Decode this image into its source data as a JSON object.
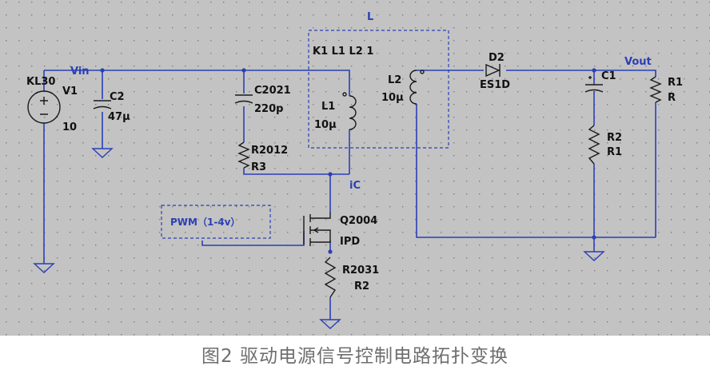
{
  "colors": {
    "canvas": "#c3c3c3",
    "grid_dot": "#7d7d7d",
    "wire": "#2b3fb5",
    "component": "#1a1a1a",
    "label": "#111111",
    "net_label": "#2b3fb5",
    "caption": "#6e6e6e"
  },
  "schematic": {
    "coupling_group_label": "L",
    "coupling_directive": "K1 L1 L2 1",
    "source": {
      "name": "KL30",
      "ref": "V1",
      "value": "10"
    },
    "nets": {
      "input": "Vin",
      "output": "Vout",
      "current": "iC"
    },
    "c2": {
      "ref": "C2",
      "value": "47μ"
    },
    "c2021": {
      "ref": "C2021",
      "value": "220p"
    },
    "r2012": {
      "ref": "R2012",
      "value": "R3"
    },
    "l1": {
      "ref": "L1",
      "value": "10μ"
    },
    "l2": {
      "ref": "L2",
      "value": "10μ"
    },
    "d2": {
      "ref": "D2",
      "value": "ES1D"
    },
    "c1": {
      "ref": "C1"
    },
    "r2": {
      "ref": "R2",
      "value": "R1"
    },
    "r1": {
      "ref": "R1",
      "value": "R"
    },
    "q2004": {
      "ref": "Q2004",
      "value": "IPD"
    },
    "r2031": {
      "ref": "R2031",
      "value": "R2"
    },
    "pwm": {
      "label": "PWM（1-4v）"
    }
  },
  "caption": "图2 驱动电源信号控制电路拓扑变换"
}
